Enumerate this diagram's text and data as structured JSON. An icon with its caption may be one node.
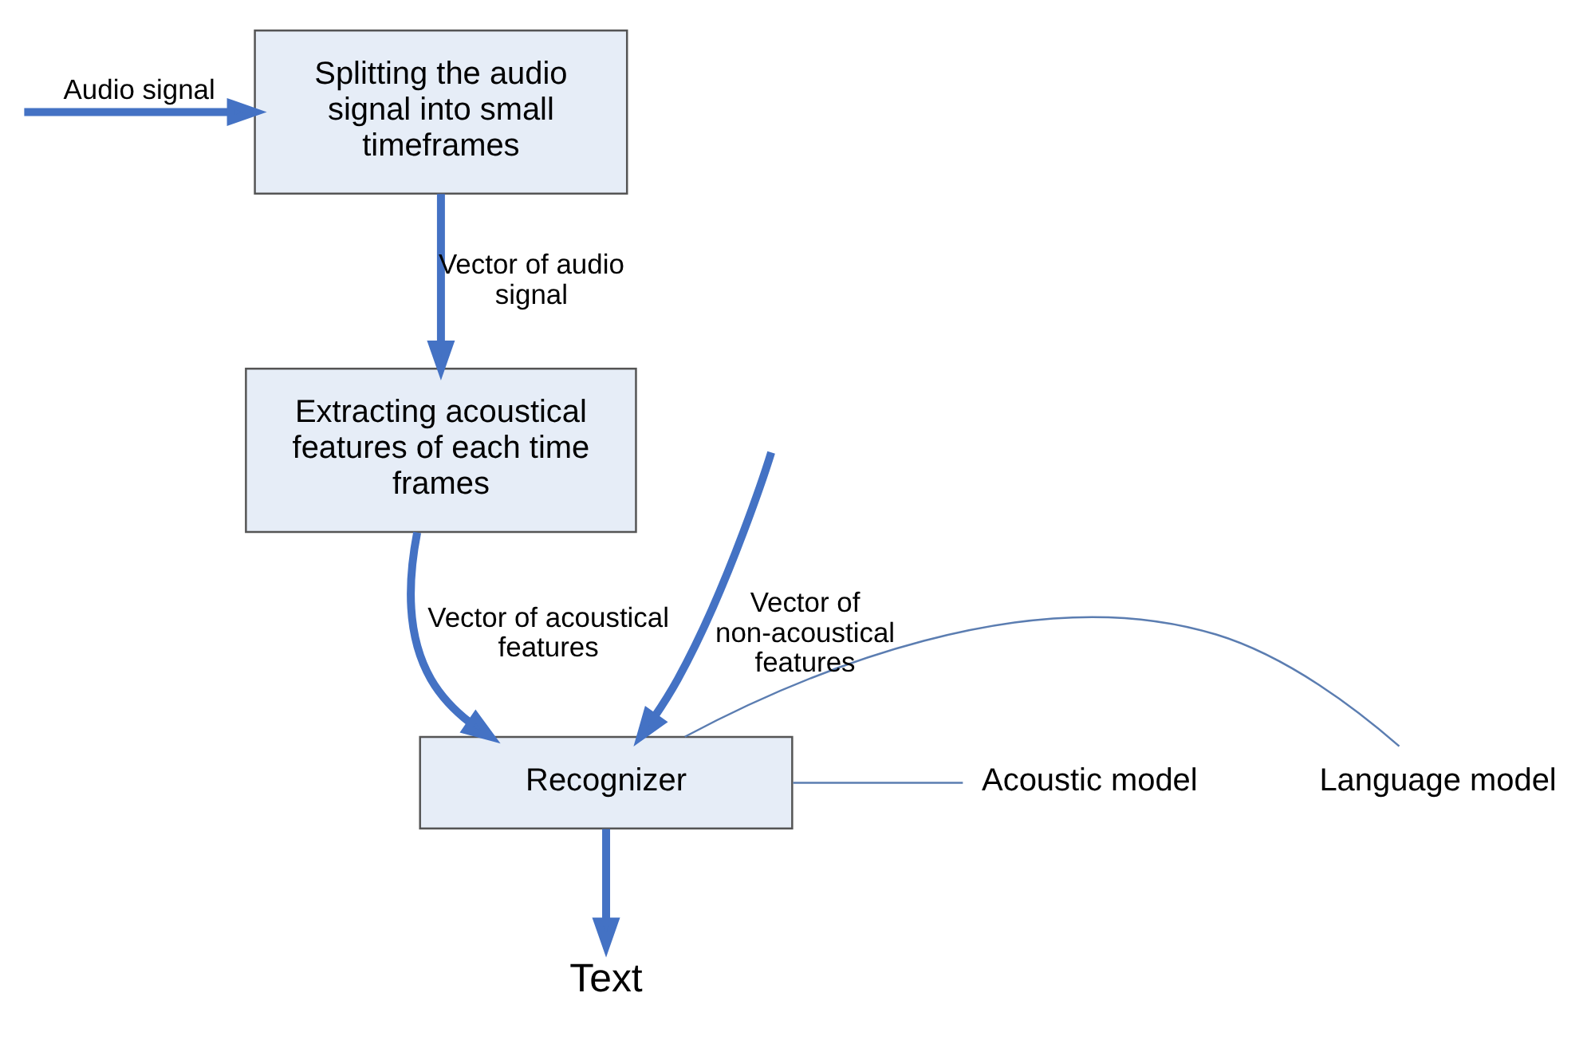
{
  "diagram": {
    "nodes": [
      {
        "text": [
          "Splitting the audio signal into small timeframes"
        ]
      },
      {
        "text": [
          "Extracting acoustical features of each time frames"
        ]
      },
      {
        "text": [
          "Recognizer"
        ]
      },
      {
        "text": [
          "Text"
        ]
      },
      {
        "text": [
          "Language model"
        ]
      },
      {
        "text": [
          "Acoustic model"
        ]
      }
    ],
    "edges": [
      {
        "from": null,
        "to": 0,
        "arrow": "to",
        "label": "Audio signal"
      },
      {
        "from": 0,
        "to": 1,
        "arrow": "to",
        "label": "Vector of audio signal"
      },
      {
        "from": 1,
        "to": 2,
        "arrow": "to",
        "label": "Vector of acoustical features"
      },
      {
        "from": null,
        "to": 2,
        "arrow": "to",
        "label": "Vector of non-acoustical features"
      },
      {
        "from": 2,
        "to": 3,
        "arrow": "to"
      },
      {
        "from": 4,
        "to": 2,
        "arrow": "none",
        "color": "#5b7db1"
      },
      {
        "from": 5,
        "to": 2,
        "arrow": "none",
        "color": "#5b7db1"
      }
    ]
  }
}
